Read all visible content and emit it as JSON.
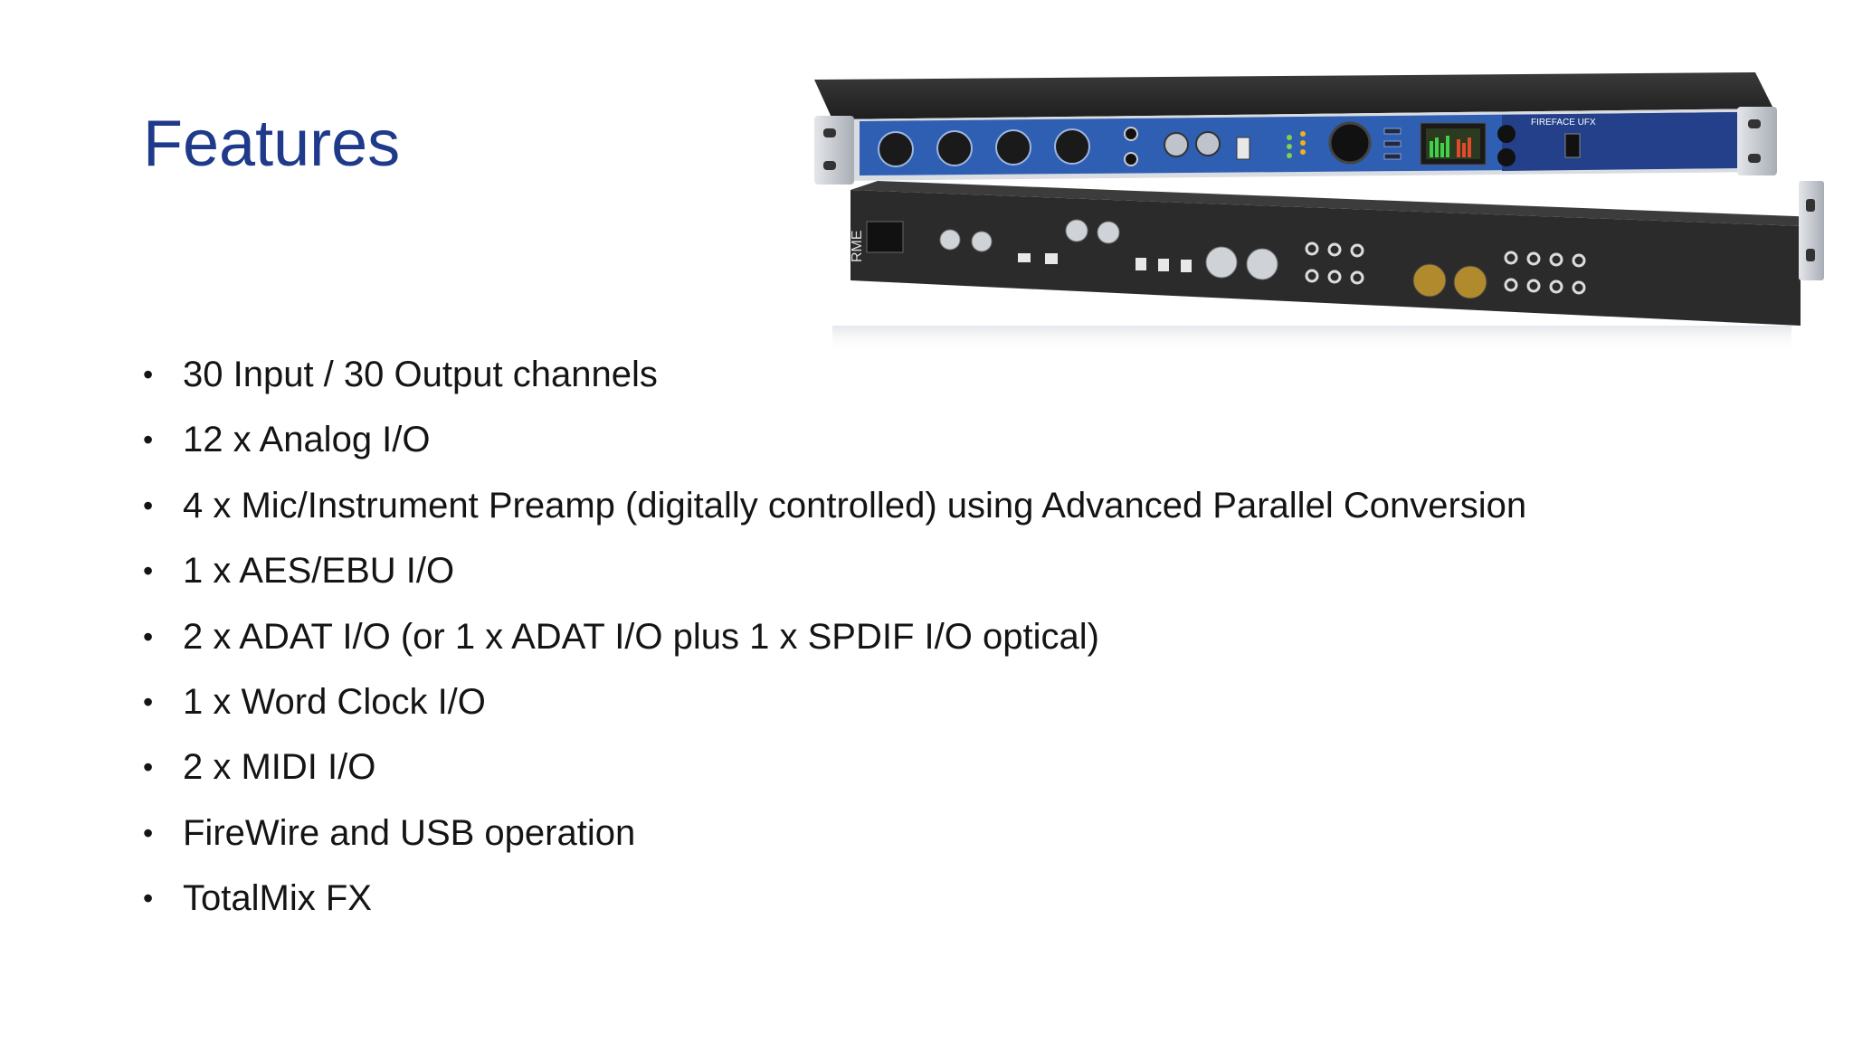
{
  "slide": {
    "title": "Features",
    "bullets": [
      "30 Input / 30 Output channels",
      "12 x Analog I/O",
      "4 x Mic/Instrument Preamp (digitally controlled) using Advanced Parallel Conversion",
      "1 x AES/EBU I/O",
      "2 x ADAT I/O (or 1 x ADAT I/O plus 1 x SPDIF I/O optical)",
      "1 x Word Clock I/O",
      "2 x MIDI I/O",
      "FireWire and USB operation",
      "TotalMix FX"
    ]
  },
  "device_image": {
    "description_icon": "audio-interface-rack-image",
    "front_panel_color": "#2f5fb3",
    "chassis_color": "#2a2a2a",
    "rack_ear_color": "#c9cdd3",
    "front_label": "FIREFACE UFX",
    "brand_logo": "RME"
  }
}
